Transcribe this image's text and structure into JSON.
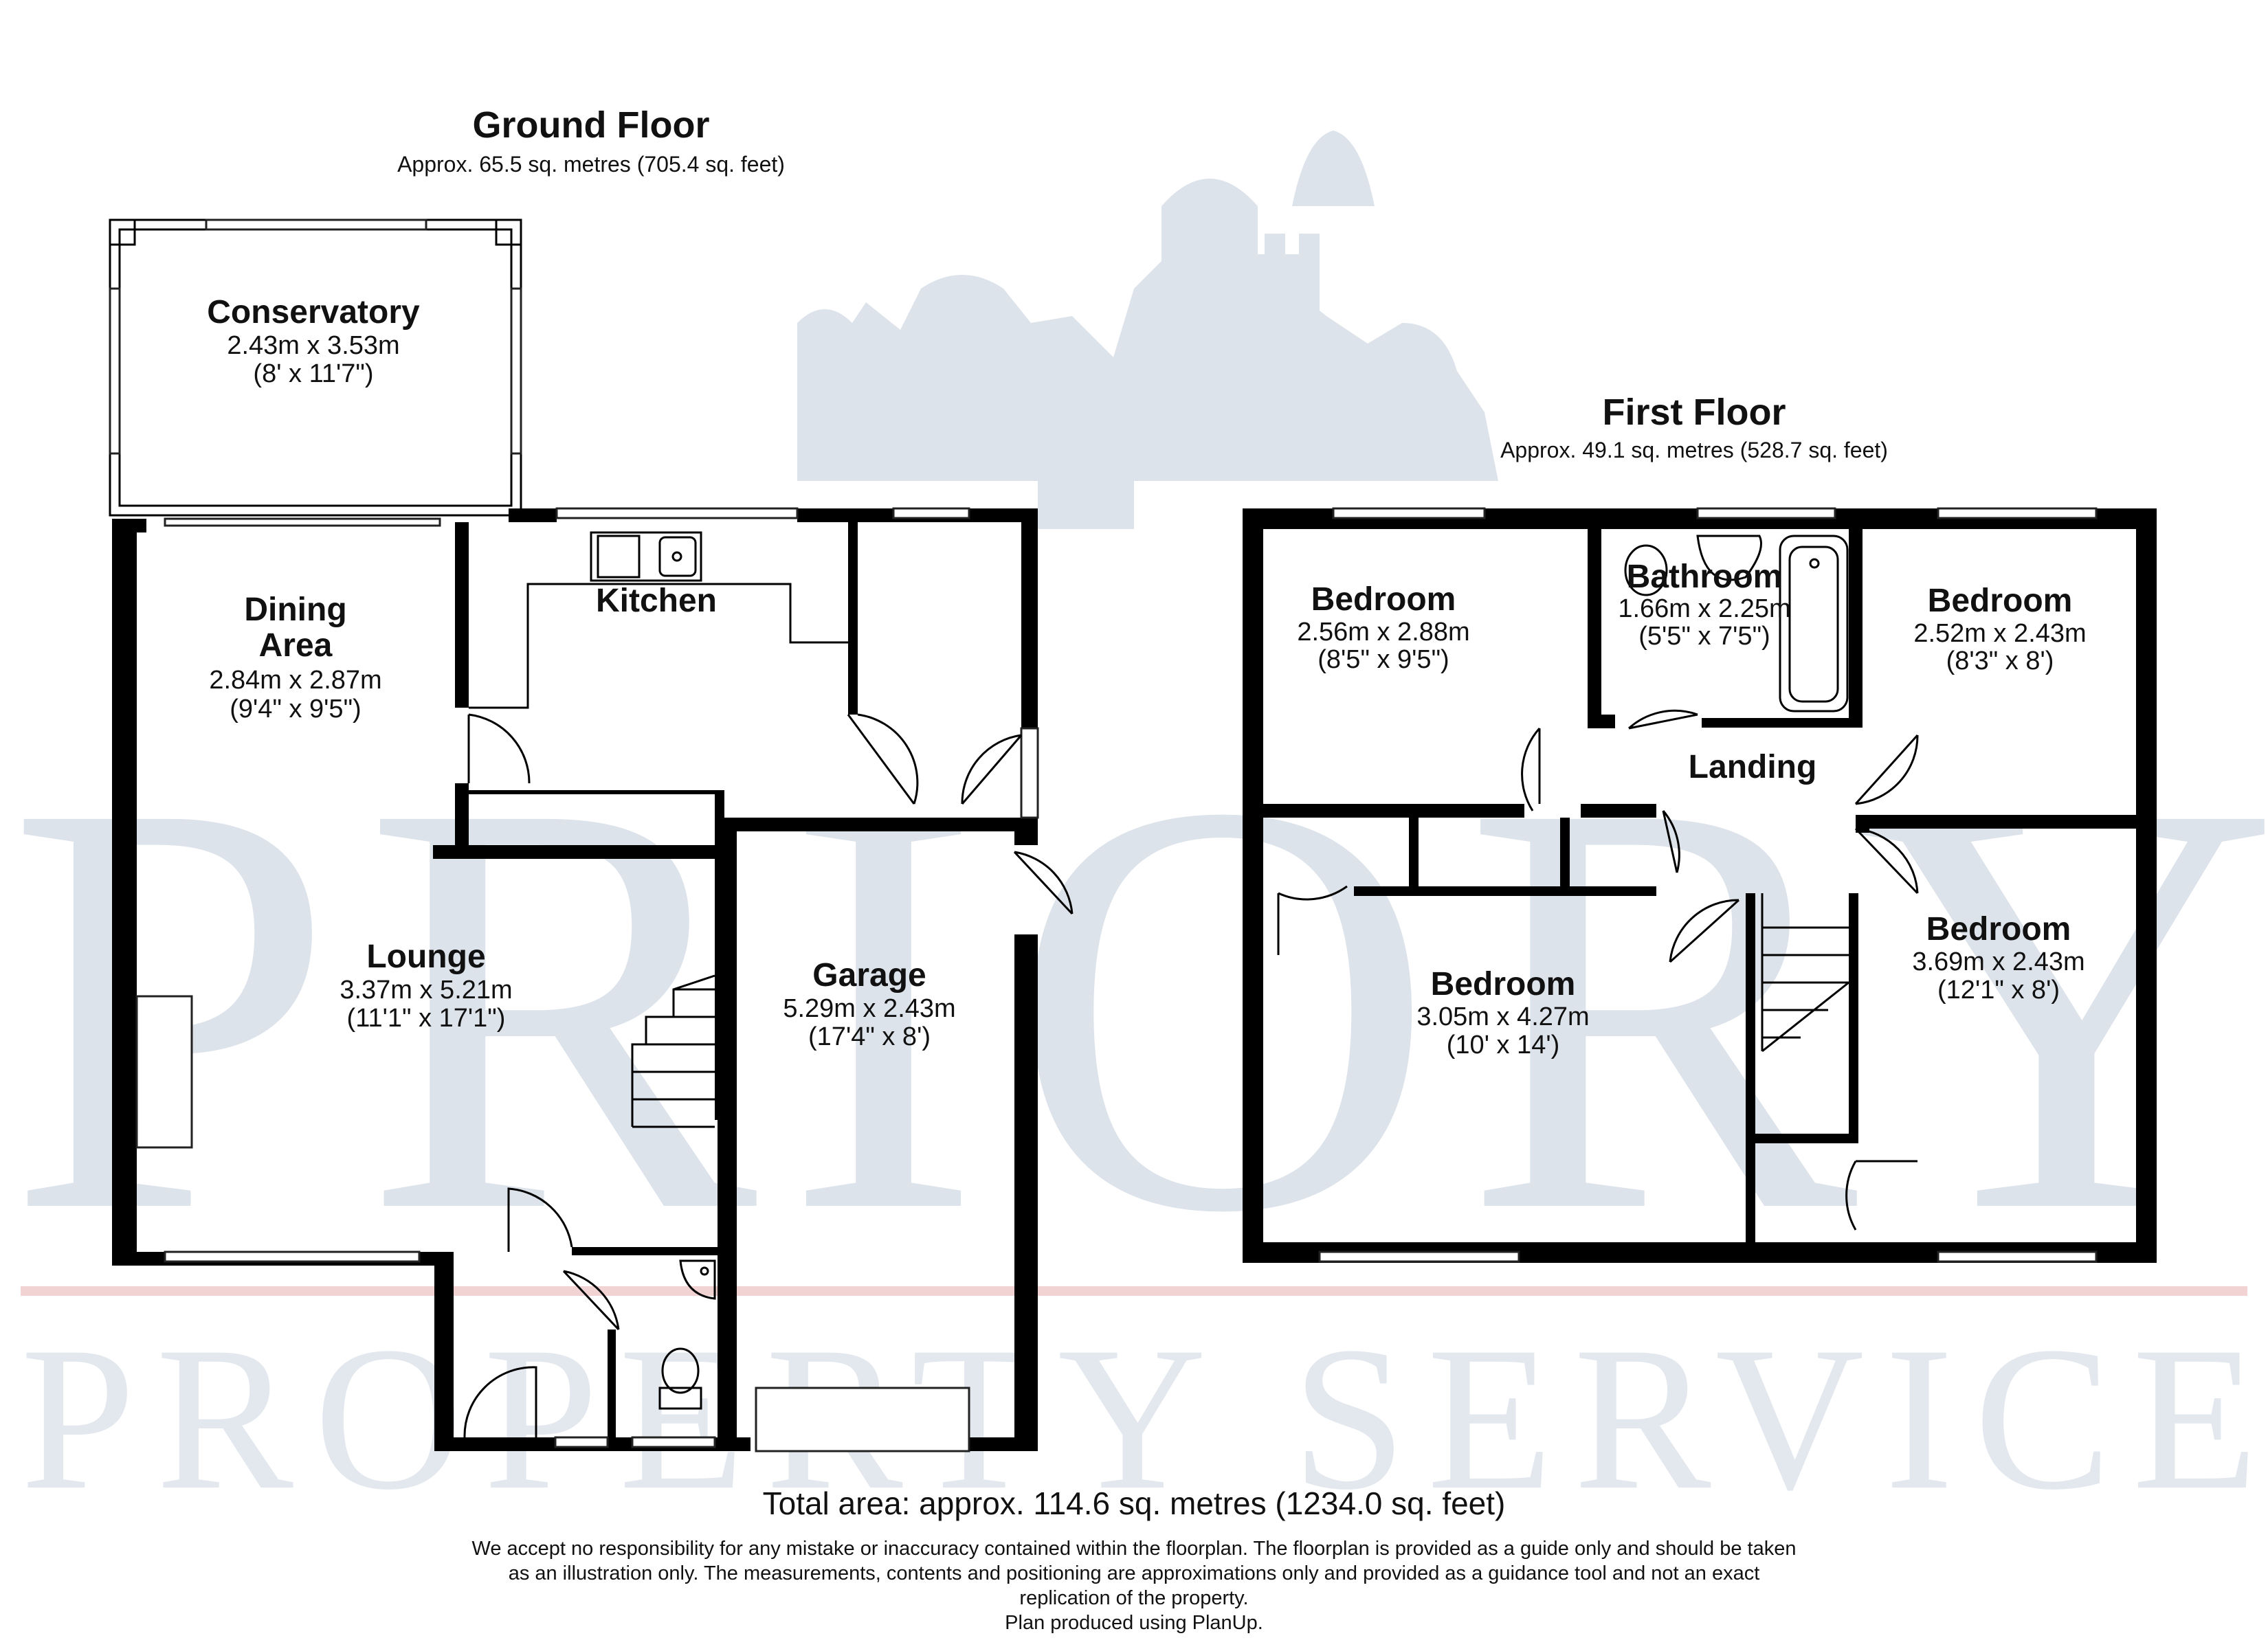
{
  "watermark": {
    "brand": "PRIORY",
    "subtitle": "PROPERTY SERVICES"
  },
  "ground_floor": {
    "title": "Ground Floor",
    "area": "Approx. 65.5 sq. metres (705.4 sq. feet)",
    "rooms": [
      {
        "name_lines": [
          "Conservatory"
        ],
        "metric": "2.43m x 3.53m",
        "imperial": "(8' x 11'7\")"
      },
      {
        "name_lines": [
          "Dining",
          "Area"
        ],
        "metric": "2.84m x 2.87m",
        "imperial": "(9'4\" x 9'5\")"
      },
      {
        "name_lines": [
          "Kitchen"
        ],
        "metric": "",
        "imperial": ""
      },
      {
        "name_lines": [
          "Lounge"
        ],
        "metric": "3.37m x 5.21m",
        "imperial": "(11'1\" x 17'1\")"
      },
      {
        "name_lines": [
          "Garage"
        ],
        "metric": "5.29m x 2.43m",
        "imperial": "(17'4\" x 8')"
      }
    ]
  },
  "first_floor": {
    "title": "First Floor",
    "area": "Approx. 49.1 sq. metres (528.7 sq. feet)",
    "rooms": [
      {
        "name_lines": [
          "Bedroom"
        ],
        "metric": "2.56m x 2.88m",
        "imperial": "(8'5\" x 9'5\")"
      },
      {
        "name_lines": [
          "Bathroom"
        ],
        "metric": "1.66m x 2.25m",
        "imperial": "(5'5\" x 7'5\")"
      },
      {
        "name_lines": [
          "Bedroom"
        ],
        "metric": "2.52m x 2.43m",
        "imperial": "(8'3\" x 8')"
      },
      {
        "name_lines": [
          "Landing"
        ],
        "metric": "",
        "imperial": ""
      },
      {
        "name_lines": [
          "Bedroom"
        ],
        "metric": "3.05m x 4.27m",
        "imperial": "(10' x 14')"
      },
      {
        "name_lines": [
          "Bedroom"
        ],
        "metric": "3.69m x 2.43m",
        "imperial": "(12'1\" x 8')"
      }
    ]
  },
  "total_area": "Total area: approx. 114.6 sq. metres (1234.0 sq. feet)",
  "disclaimer_lines": [
    "We accept no responsibility for any mistake or inaccuracy contained within the floorplan. The floorplan is provided as a guide only and should be taken",
    "as an illustration only. The measurements, contents and positioning are approximations only and provided as a guidance tool and not an exact",
    "replication of the property.",
    "Plan produced using PlanUp."
  ]
}
